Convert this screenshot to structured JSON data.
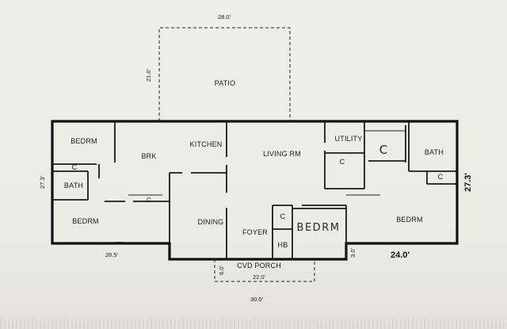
{
  "dimensions": {
    "patio_width": "28.0'",
    "patio_depth": "21.0'",
    "left_height": "27.3'",
    "right_height": "27.3'",
    "bottom_left": "26.5'",
    "bottom_right": "24.0'",
    "porch_width": "22.0'",
    "porch_depth": "6.0'",
    "porch_offset": "3.0'",
    "overall_width": "30.0'"
  },
  "rooms": {
    "patio": "PATIO",
    "bedrm_top_left": "BEDRM",
    "closet_left": "C",
    "bath_left": "BATH",
    "bedrm_bottom_left": "BEDRM",
    "brk": "BRK",
    "kitchen": "KITCHEN",
    "pantry_c": "C",
    "dining": "DINING",
    "living_rm": "LIVING RM",
    "foyer": "FOYER",
    "closet_foyer": "C",
    "hb": "HB",
    "bedrm_handwritten": "BEDRM",
    "utility": "UTILITY",
    "closet_utility": "C",
    "closet_handwritten": "C",
    "bath_right": "BATH",
    "closet_bath_right": "C",
    "bedrm_right": "BEDRM",
    "cvd_porch": "CVD PORCH"
  }
}
